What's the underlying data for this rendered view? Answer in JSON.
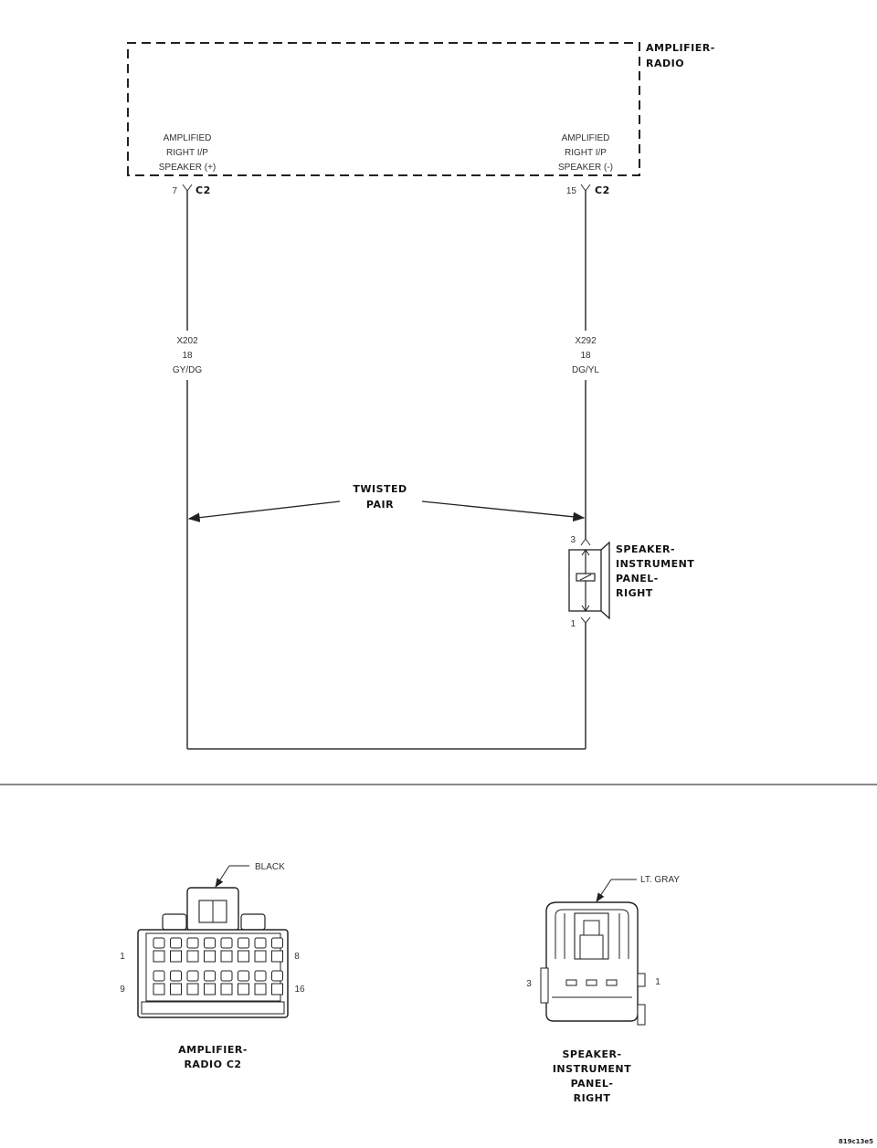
{
  "module": {
    "name_line1": "AMPLIFIER-",
    "name_line2": "RADIO",
    "pin_left_desc": [
      "AMPLIFIED",
      "RIGHT I/P",
      "SPEAKER (+)"
    ],
    "pin_right_desc": [
      "AMPLIFIED",
      "RIGHT I/P",
      "SPEAKER (-)"
    ],
    "pin_left_num": "7",
    "pin_right_num": "15",
    "connector_left": "C2",
    "connector_right": "C2"
  },
  "wires": {
    "left": [
      "X202",
      "18",
      "GY/DG"
    ],
    "right": [
      "X292",
      "18",
      "DG/YL"
    ]
  },
  "twisted_pair": [
    "TWISTED",
    "PAIR"
  ],
  "speaker": {
    "pin_top": "3",
    "pin_bottom": "1",
    "name": [
      "SPEAKER-",
      "INSTRUMENT",
      "PANEL-",
      "RIGHT"
    ]
  },
  "connectors": {
    "amp": {
      "color_label": "BLACK",
      "pins": [
        "1",
        "8",
        "9",
        "16"
      ],
      "caption": [
        "AMPLIFIER-",
        "RADIO C2"
      ]
    },
    "speaker": {
      "color_label": "LT. GRAY",
      "pins": [
        "3",
        "1"
      ],
      "caption": [
        "SPEAKER-",
        "INSTRUMENT",
        "PANEL-",
        "RIGHT"
      ]
    }
  },
  "figure_id": "819c13e5"
}
